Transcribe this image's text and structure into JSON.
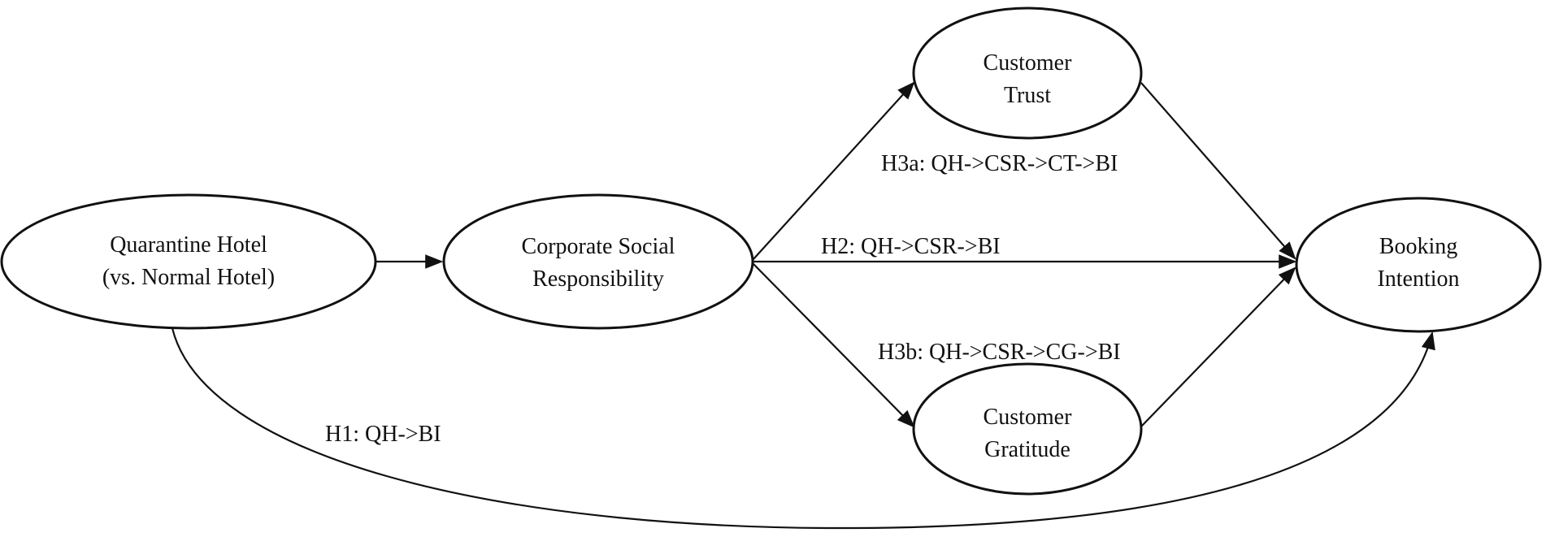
{
  "nodes": {
    "quarantine_hotel": {
      "line1": "Quarantine Hotel",
      "line2": "(vs. Normal Hotel)"
    },
    "csr": {
      "line1": "Corporate Social",
      "line2": "Responsibility"
    },
    "customer_trust": {
      "line1": "Customer",
      "line2": "Trust"
    },
    "customer_gratitude": {
      "line1": "Customer",
      "line2": "Gratitude"
    },
    "booking_intention": {
      "line1": "Booking",
      "line2": "Intention"
    }
  },
  "hypotheses": {
    "h1": "H1:  QH->BI",
    "h2": "H2:  QH->CSR->BI",
    "h3a": "H3a:  QH->CSR->CT->BI",
    "h3b": "H3b:  QH->CSR->CG->BI"
  }
}
